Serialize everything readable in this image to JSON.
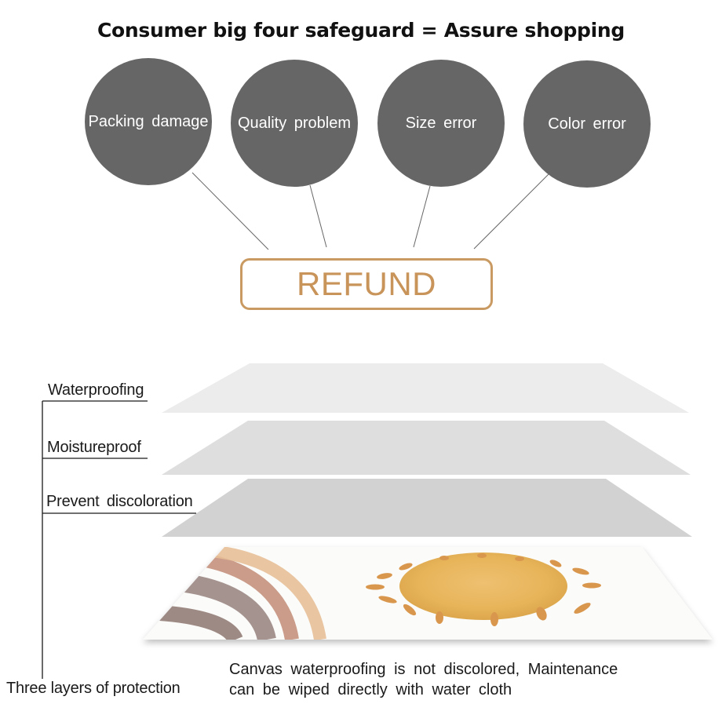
{
  "title": "Consumer big four safeguard = Assure shopping",
  "safeguards": [
    {
      "label": "Packing  damage"
    },
    {
      "label": "Quality  problem"
    },
    {
      "label": "Size  error"
    },
    {
      "label": "Color  error"
    }
  ],
  "result": {
    "label": "REFUND"
  },
  "layers": [
    {
      "label": "Waterproofing"
    },
    {
      "label": "Moistureproof"
    },
    {
      "label": "Prevent  discoloration"
    }
  ],
  "protection_label": "Three layers of protection",
  "description": {
    "line1": "Canvas  waterproofing  is  not  discolored,  Maintenance",
    "line2": "can  be  wiped  directly  with  water  cloth"
  },
  "colors": {
    "circle": "#666666",
    "refund_accent": "#c99a62",
    "layer_top": "#eaeaea",
    "layer_mid": "#dcdcdc",
    "layer_bottom": "#d0d0d0",
    "sun": "#e6b35c"
  }
}
